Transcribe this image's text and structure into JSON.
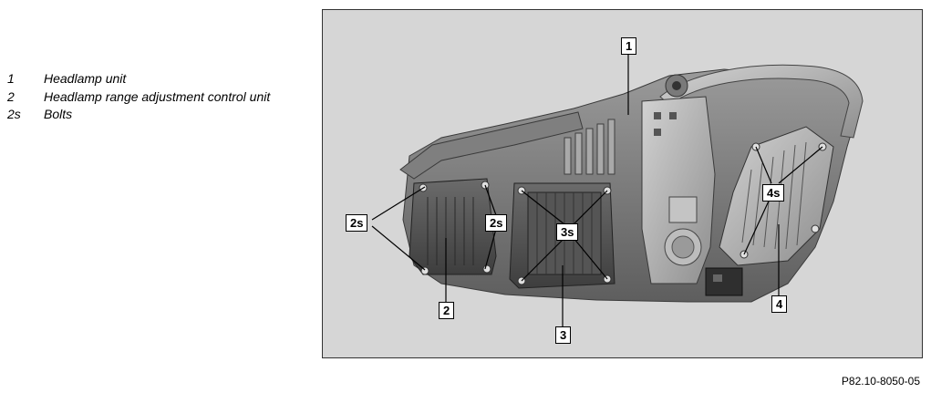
{
  "legend": {
    "items": [
      {
        "number": "1",
        "text": "Headlamp unit"
      },
      {
        "number": "2",
        "text": "Headlamp range adjustment control unit"
      },
      {
        "number": "2s",
        "text": "Bolts"
      }
    ]
  },
  "figure": {
    "callouts": {
      "c1": "1",
      "c2": "2",
      "c2s_left": "2s",
      "c2s_right": "2s",
      "c3": "3",
      "c3s": "3s",
      "c4": "4",
      "c4s": "4s"
    },
    "reference": "P82.10-8050-05"
  }
}
